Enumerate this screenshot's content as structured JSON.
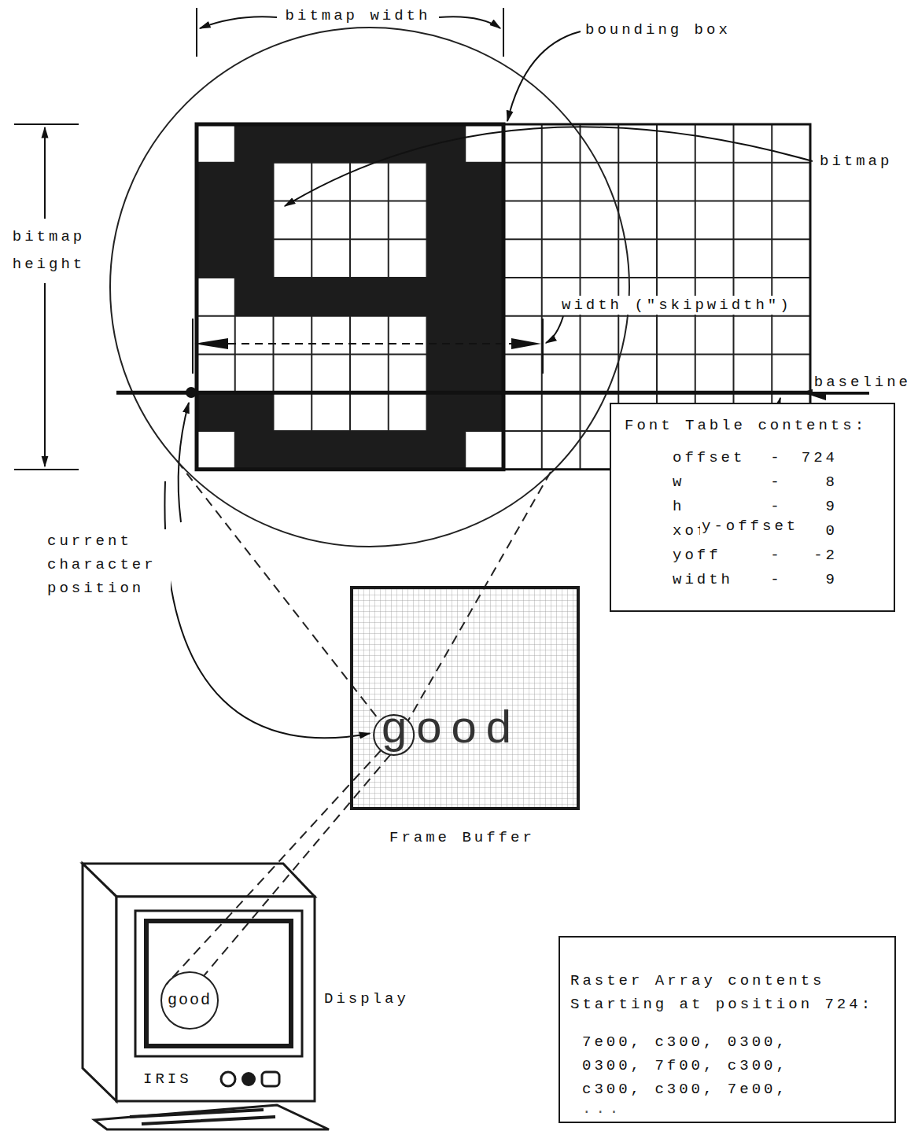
{
  "diagram": {
    "nodes": [
      {
        "text": [
          "good",
          "Frame Buffer"
        ]
      },
      {
        "text": [
          "Font Table contents:",
          "offset",
          "-",
          "724",
          "w",
          "-",
          "8",
          "h",
          "-",
          "9",
          "xoff",
          "-",
          "0",
          "yoff",
          "-",
          "-2",
          "width",
          "-",
          "9"
        ]
      },
      {
        "text": [
          "Raster Array contents Starting at position 724:",
          "7e00, c300, 0300,",
          "0300, 7f00, c300,",
          "c300, c300, 7e00,",
          "..."
        ]
      },
      {
        "text": [
          "good"
        ]
      }
    ],
    "labels": [
      "bitmap width",
      "bounding box",
      "bitmap",
      "bitmap height",
      "width (\"skipwidth\")",
      "baseline",
      "current character position",
      "y-offset",
      "Display",
      "IRIS"
    ]
  }
}
